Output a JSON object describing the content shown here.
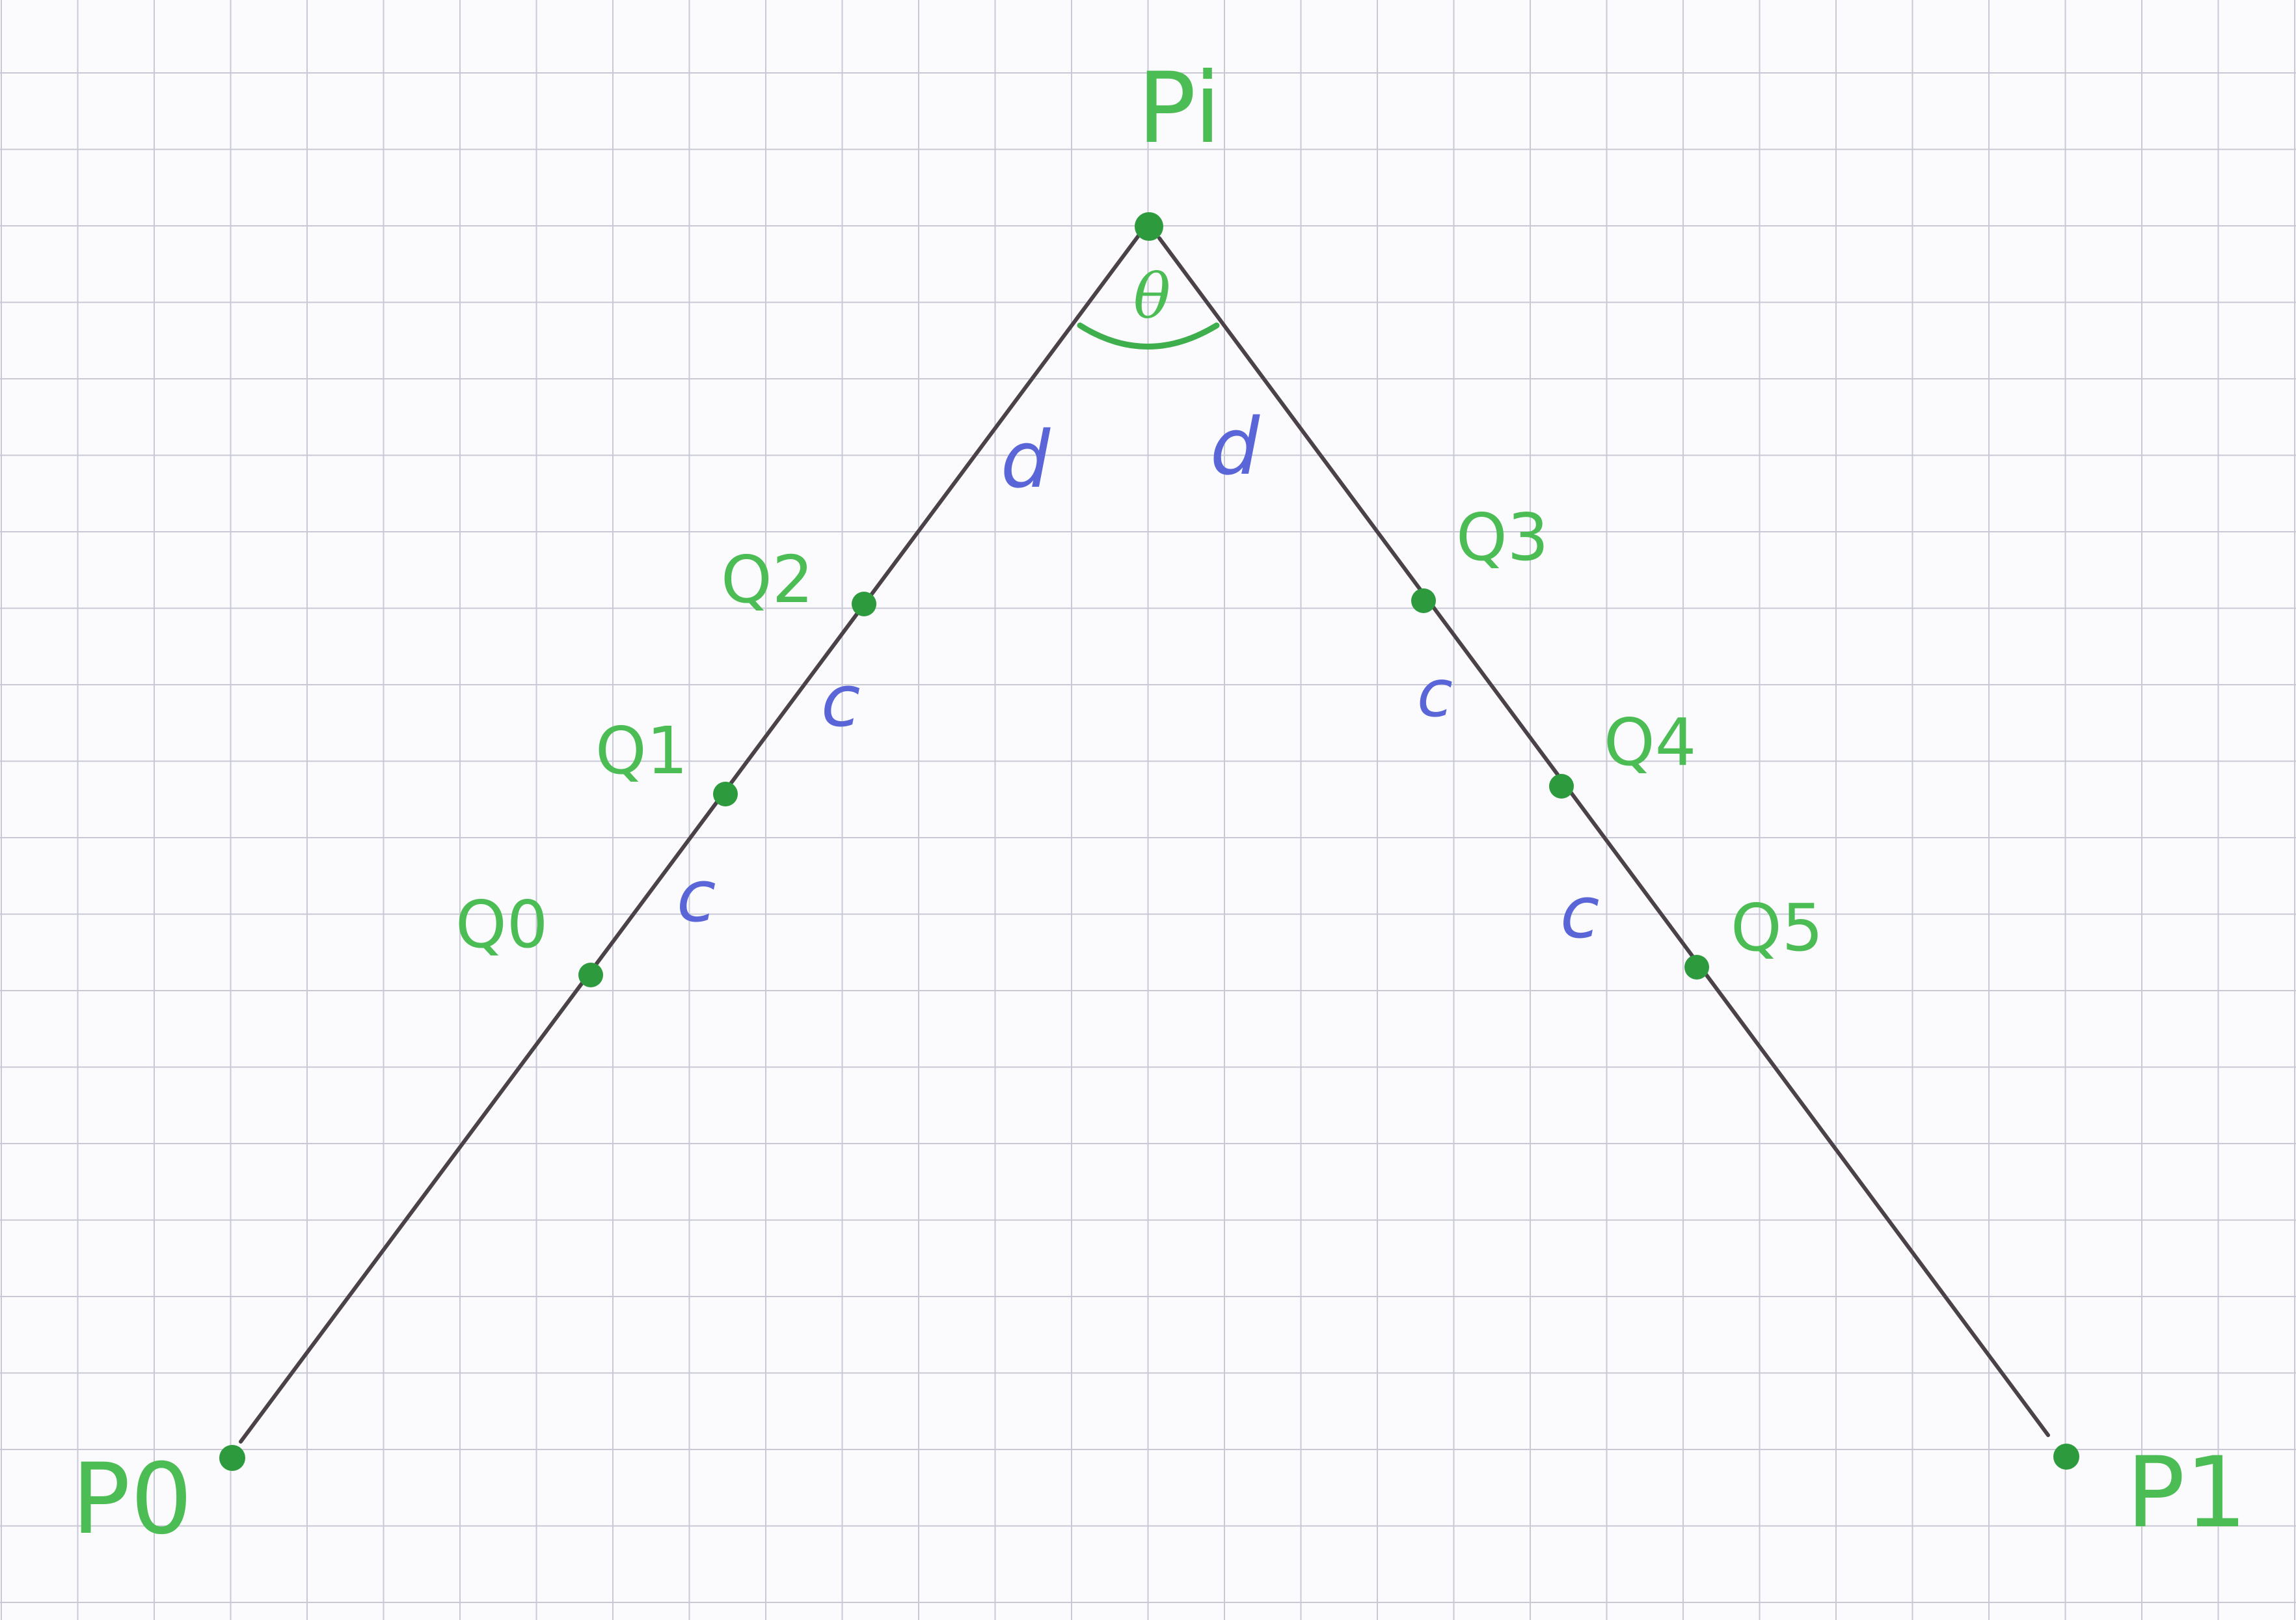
{
  "vertices": {
    "apex": "Pi",
    "left_end": "P0",
    "right_end": "P1"
  },
  "angle_label": "θ",
  "segment_labels": {
    "apex_to_q2": "d",
    "apex_to_q3": "d",
    "q2_to_q1": "c",
    "q1_to_q0": "c",
    "q3_to_q4": "c",
    "q4_to_q5": "c"
  },
  "subdivision_points": [
    "Q0",
    "Q1",
    "Q2",
    "Q3",
    "Q4",
    "Q5"
  ],
  "colors": {
    "paper": "#fbfbfd",
    "grid": "#c9c9d6",
    "edges": "#4a4248",
    "points": "#2e9a3e",
    "point_labels": "#4cbc55",
    "length_labels": "#5a66d8"
  }
}
